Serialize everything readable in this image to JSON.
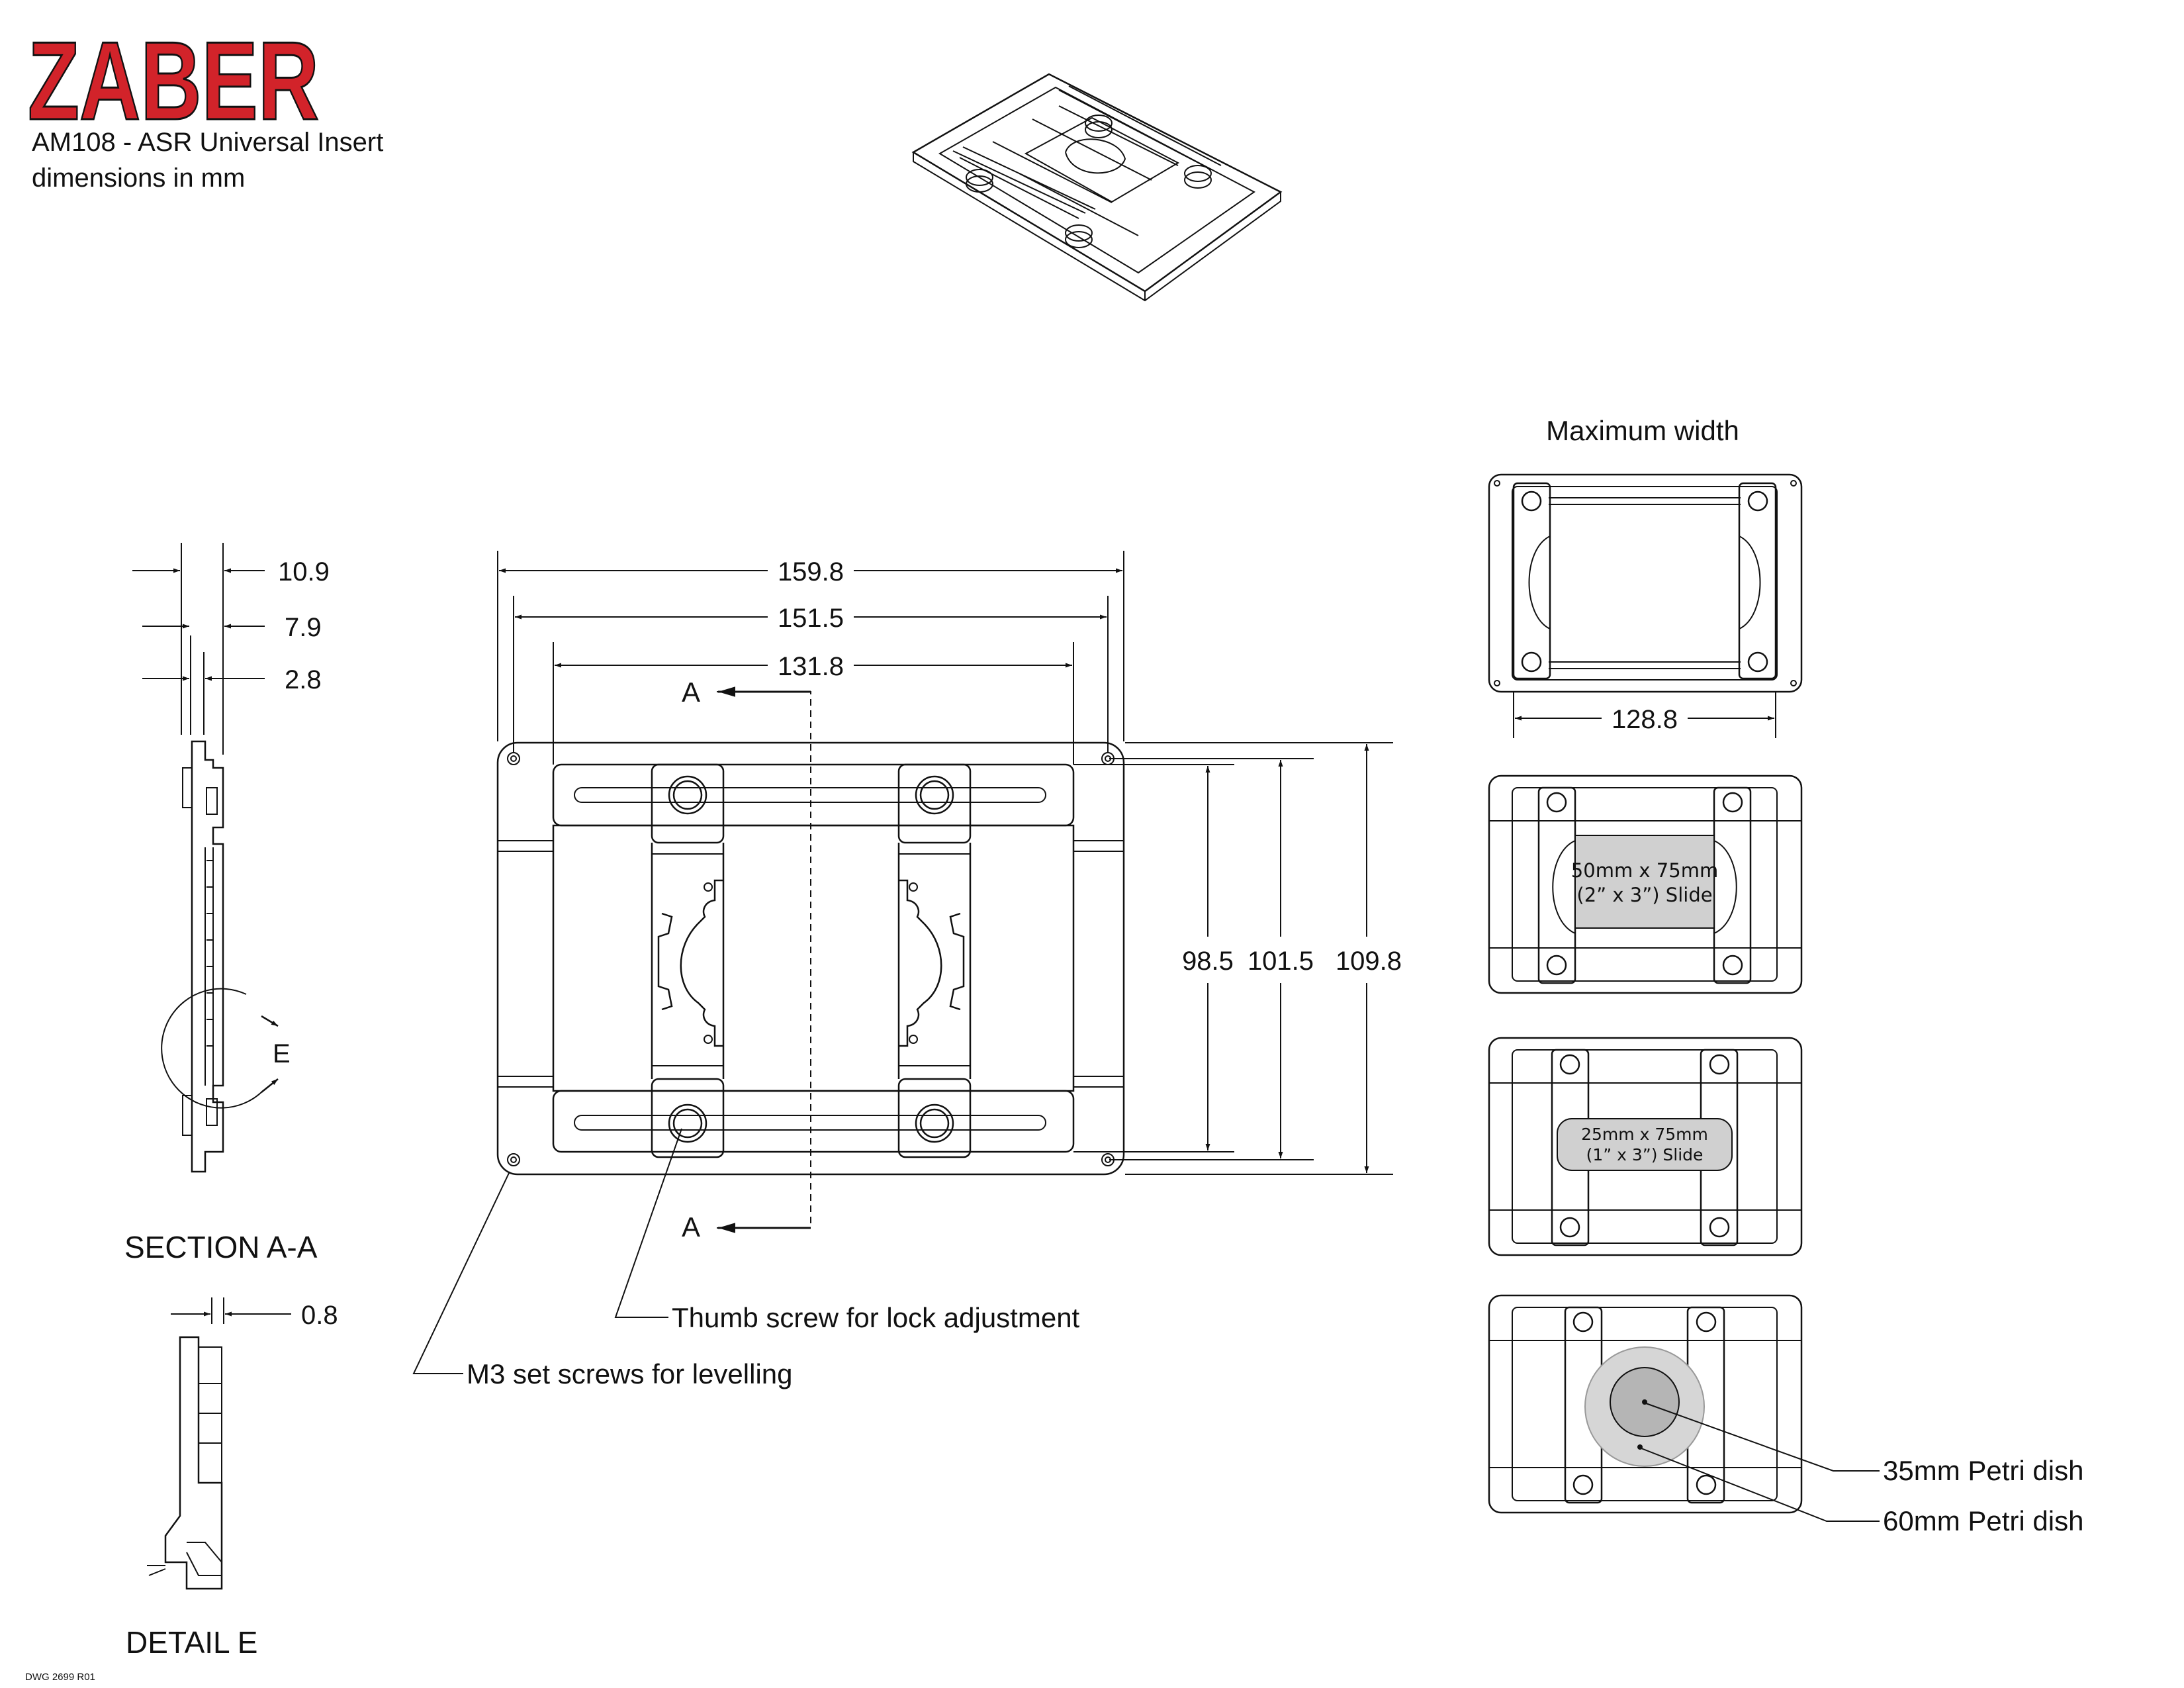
{
  "header": {
    "logo": "ZABER",
    "title": "AM108 - ASR Universal Insert",
    "subtitle": "dimensions in mm"
  },
  "colors": {
    "logo_red": "#d2232a",
    "ink": "#111111",
    "slide_fill": "#d0d0d0",
    "dish_fill": "#bdbdbd"
  },
  "dimensions": {
    "overall_width": "159.8",
    "inner_width": "151.5",
    "slot_width": "131.8",
    "height_inner": "98.5",
    "height_mid": "101.5",
    "height_overall": "109.8",
    "thickness_total": "10.9",
    "thickness_mid": "7.9",
    "thickness_plate": "2.8",
    "detail_step": "0.8",
    "max_width": "128.8"
  },
  "section_marks": {
    "top": "A",
    "bottom": "A",
    "detail": "E"
  },
  "labels": {
    "section": "SECTION A-A",
    "detail": "DETAIL E",
    "max_width_title": "Maximum width",
    "thumb_screw": "Thumb screw for lock adjustment",
    "set_screws": "M3 set screws for levelling",
    "petri_35": "35mm Petri dish",
    "petri_60": "60mm Petri dish"
  },
  "slides": {
    "large_line1": "50mm x 75mm",
    "large_line2": "(2” x 3”) Slide",
    "small_line1": "25mm x 75mm",
    "small_line2": "(1” x 3”) Slide"
  },
  "footer": {
    "drawing_number": "DWG 2699 R01"
  }
}
